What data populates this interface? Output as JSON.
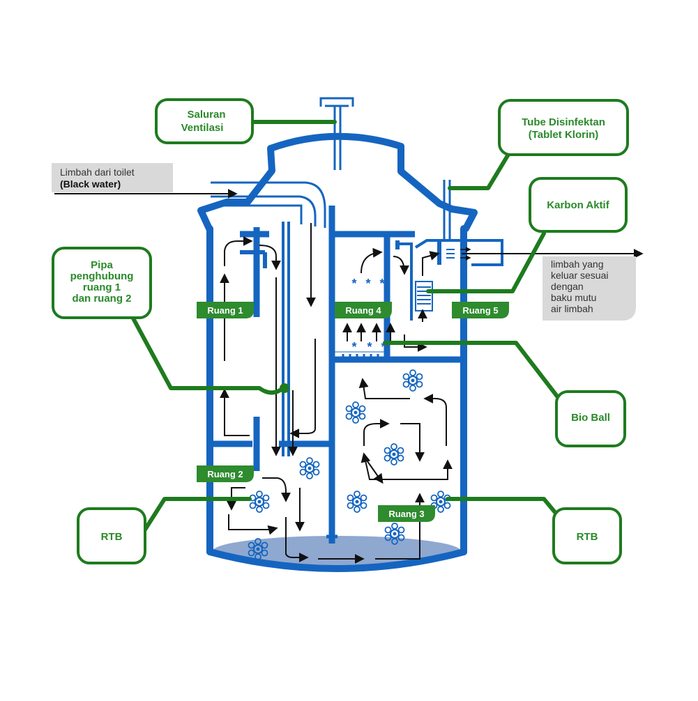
{
  "colors": {
    "tank_blue": "#1565c0",
    "callout_green": "#1e7b1e",
    "label_green": "#2e8b2e",
    "note_gray": "#d9d9d9",
    "sludge": "#8fa8d0"
  },
  "callouts": {
    "saluran_ventilasi": [
      "Saluran",
      "Ventilasi"
    ],
    "tube_disinfektan": [
      "Tube Disinfektan",
      "(Tablet Klorin)"
    ],
    "karbon_aktif": [
      "Karbon Aktif"
    ],
    "pipa_penghubung": [
      "Pipa",
      "penghubung",
      "ruang 1",
      "dan ruang 2"
    ],
    "bio_ball": [
      "Bio Ball"
    ],
    "rtb_left": [
      "RTB"
    ],
    "rtb_right": [
      "RTB"
    ]
  },
  "rooms": {
    "ruang1": "Ruang 1",
    "ruang2": "Ruang 2",
    "ruang3": "Ruang 3",
    "ruang4": "Ruang 4",
    "ruang5": "Ruang 5"
  },
  "notes": {
    "inlet": [
      "Limbah dari toilet",
      "(Black water)"
    ],
    "outlet": [
      "limbah yang",
      "keluar sesuai",
      "dengan",
      "baku   mutu",
      "air limbah"
    ]
  },
  "icons": {
    "bioball_icon": "asterisk",
    "rtb_icon": "bacteria-cluster",
    "flow_arrow": "arrow"
  }
}
